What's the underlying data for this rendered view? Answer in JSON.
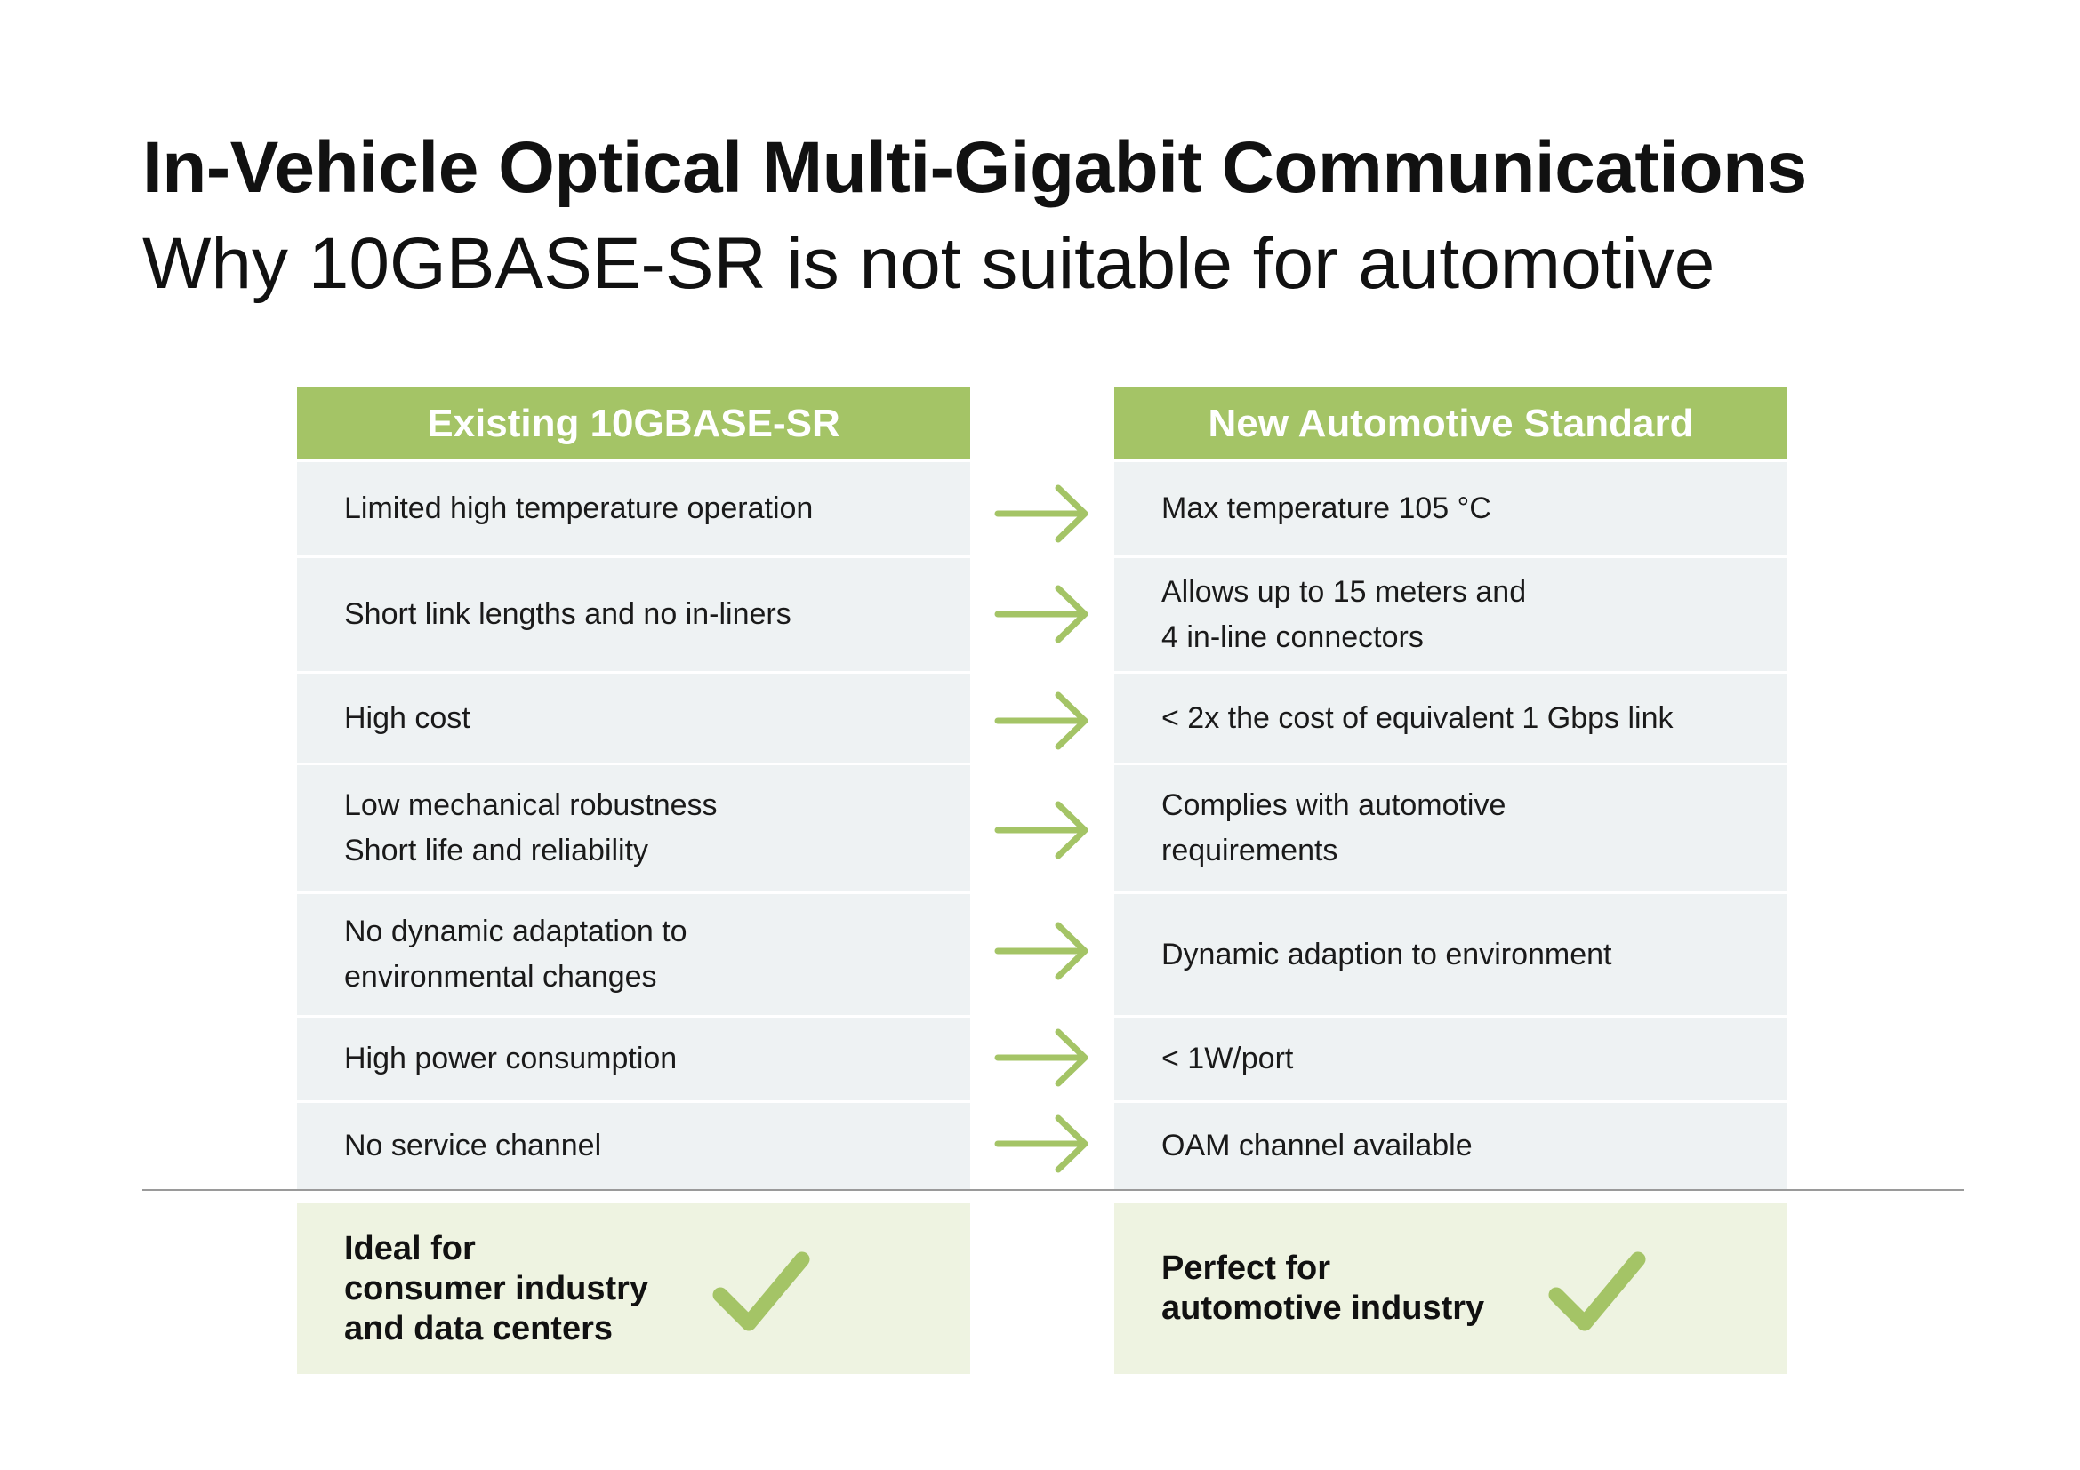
{
  "title": "In-Vehicle Optical Multi-Gigabit Communications",
  "subtitle": "Why 10GBASE-SR is not suitable for automotive",
  "left_header": "Existing 10GBASE-SR",
  "right_header": "New Automotive Standard",
  "rows": [
    {
      "left": "Limited high temperature operation",
      "right": "Max temperature 105 °C"
    },
    {
      "left": "Short link lengths and no in-liners",
      "right": "Allows up to 15 meters and\n4 in-line connectors"
    },
    {
      "left": "High cost",
      "right": "< 2x the cost of equivalent 1 Gbps link"
    },
    {
      "left": "Low mechanical robustness\nShort life and reliability",
      "right": "Complies with automotive\nrequirements"
    },
    {
      "left": "No dynamic adaptation to\nenvironmental changes",
      "right": "Dynamic adaption to environment"
    },
    {
      "left": "High power consumption",
      "right": "< 1W/port"
    },
    {
      "left": "No service channel",
      "right": "OAM channel available"
    }
  ],
  "left_verdict": "Ideal for\nconsumer industry\nand data centers",
  "right_verdict": "Perfect for\nautomotive industry",
  "icons": {
    "arrow": "arrow-right-icon",
    "check": "checkmark-icon"
  },
  "colors": {
    "accent_green": "#a4c466",
    "row_background": "#eef2f3",
    "verdict_background": "#eef3e1",
    "divider": "#9a9a9a"
  }
}
